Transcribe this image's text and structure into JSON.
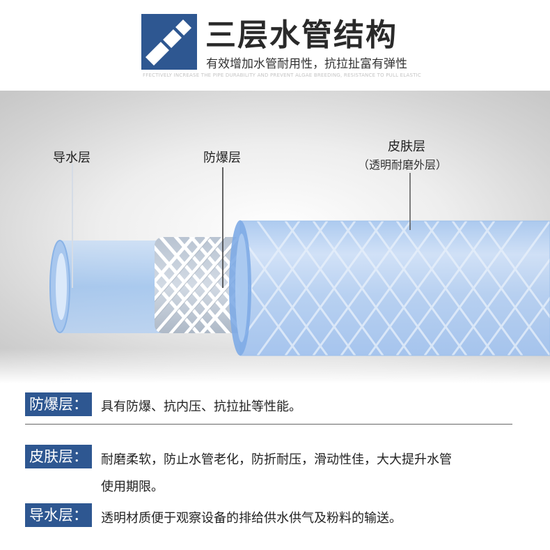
{
  "header": {
    "logo_icon": "pipe-icon",
    "title": "三层水管结构",
    "subtitle": "有效增加水管耐用性，抗拉扯富有弹性",
    "subtitle_en": "FFECTIVELY INCREASE THE PIPE DURABILITY AND PREVENT ALGAE BREEDING, RESISTANCE TO PULL ELASTIC"
  },
  "diagram": {
    "callouts": [
      {
        "label": "导水层"
      },
      {
        "label": "防爆层"
      },
      {
        "label": "皮肤层",
        "sub": "（透明耐磨外层）"
      }
    ]
  },
  "features": [
    {
      "tag": "防爆层：",
      "lines": [
        "具有防爆、抗内压、抗拉扯等性能。"
      ]
    },
    {
      "tag": "皮肤层：",
      "lines": [
        "耐磨柔软，防止水管老化，防折耐压，滑动性佳，大大提升水管",
        "使用期限。"
      ]
    },
    {
      "tag": "导水层：",
      "lines": [
        "透明材质便于观察设备的排给供水供气及粉料的输送。"
      ]
    }
  ],
  "colors": {
    "brand_blue": "#2e5791",
    "pipe_blue": "#8fb8ea",
    "pipe_edge": "#5c93dc"
  }
}
